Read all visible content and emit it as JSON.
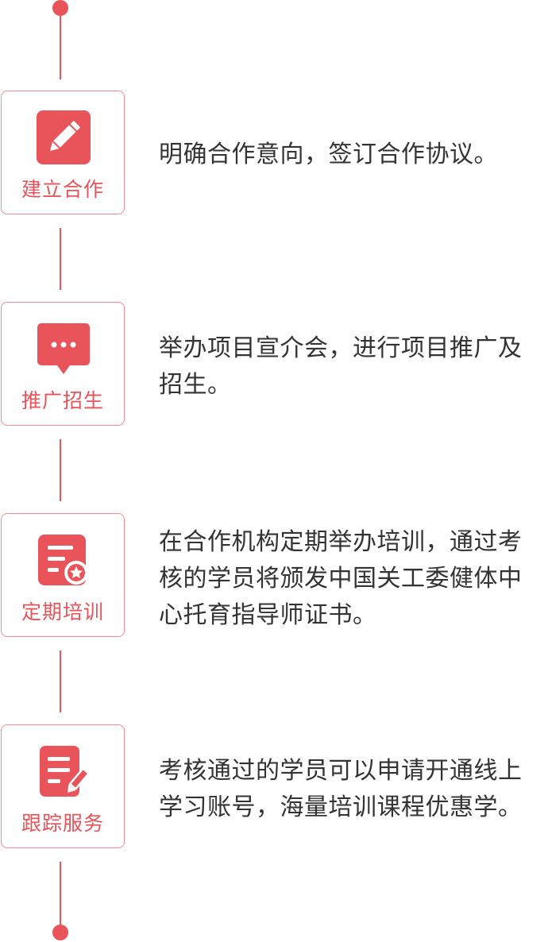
{
  "accent_color": "#e8545a",
  "steps": [
    {
      "label": "建立合作",
      "icon": "pencil-icon",
      "desc": "明确合作意向，签订合作协议。"
    },
    {
      "label": "推广招生",
      "icon": "chat-bubble-icon",
      "desc": "举办项目宣介会，进行项目推广及招生。"
    },
    {
      "label": "定期培训",
      "icon": "certificate-icon",
      "desc": "在合作机构定期举办培训，通过考核的学员将颁发中国关工委健体中心托育指导师证书。"
    },
    {
      "label": "跟踪服务",
      "icon": "document-edit-icon",
      "desc": "考核通过的学员可以申请开通线上学习账号，海量培训课程优惠学。"
    }
  ]
}
